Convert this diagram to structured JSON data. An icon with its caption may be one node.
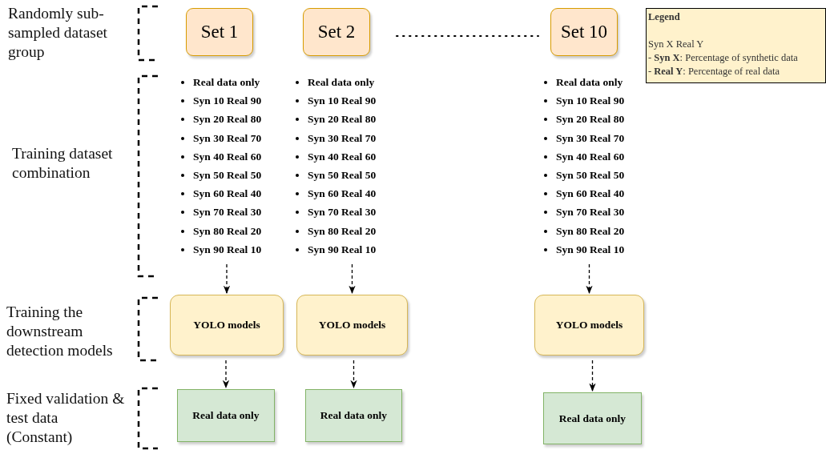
{
  "diagram": {
    "nodes": [
      {
        "text": [
          "Set 1"
        ]
      },
      {
        "text": [
          "Set 2"
        ]
      },
      {
        "text": [
          "Set 10"
        ]
      },
      {
        "text": [
          "Legend",
          "Syn X Real Y",
          "- **Syn X**: Percentage of synthetic data",
          "- **Real Y**: Percentage of real data"
        ]
      },
      {
        "text": [
          "Real data only",
          "Syn 10 Real 90",
          "Syn 20 Real 80",
          "Syn 30 Real 70",
          "Syn 40 Real 60",
          "Syn 50 Real 50",
          "Syn 60 Real 40",
          "Syn 70 Real 30",
          "Syn 80 Real 20",
          "Syn 90 Real 10"
        ]
      },
      {
        "text": [
          "Real data only",
          "Syn 10 Real 90",
          "Syn 20 Real 80",
          "Syn 30 Real 70",
          "Syn 40 Real 60",
          "Syn 50 Real 50",
          "Syn 60 Real 40",
          "Syn 70 Real 30",
          "Syn 80 Real 20",
          "Syn 90 Real 10"
        ]
      },
      {
        "text": [
          "Real data only",
          "Syn 10 Real 90",
          "Syn 20 Real 80",
          "Syn 30 Real 70",
          "Syn 40 Real 60",
          "Syn 50 Real 50",
          "Syn 60 Real 40",
          "Syn 70 Real 30",
          "Syn 80 Real 20",
          "Syn 90 Real 10"
        ]
      },
      {
        "text": [
          "YOLO models"
        ]
      },
      {
        "text": [
          "YOLO models"
        ]
      },
      {
        "text": [
          "YOLO models"
        ]
      },
      {
        "text": [
          "Real data only"
        ]
      },
      {
        "text": [
          "Real data only"
        ]
      },
      {
        "text": [
          "Real data only"
        ]
      }
    ],
    "edges": [
      {
        "from": 4,
        "to": 7,
        "arrow": "to",
        "style": "dashed"
      },
      {
        "from": 5,
        "to": 8,
        "arrow": "to",
        "style": "dashed"
      },
      {
        "from": 6,
        "to": 9,
        "arrow": "to",
        "style": "dashed"
      },
      {
        "from": 7,
        "to": 10,
        "arrow": "to",
        "style": "dashed"
      },
      {
        "from": 8,
        "to": 11,
        "arrow": "to",
        "style": "dashed"
      },
      {
        "from": 9,
        "to": 12,
        "arrow": "to",
        "style": "dashed"
      }
    ],
    "labels": [
      "Randomly sub-sampled dataset group",
      "Training dataset combination",
      "Training the downstream detection models",
      "Fixed validation & test data (Constant)"
    ]
  }
}
